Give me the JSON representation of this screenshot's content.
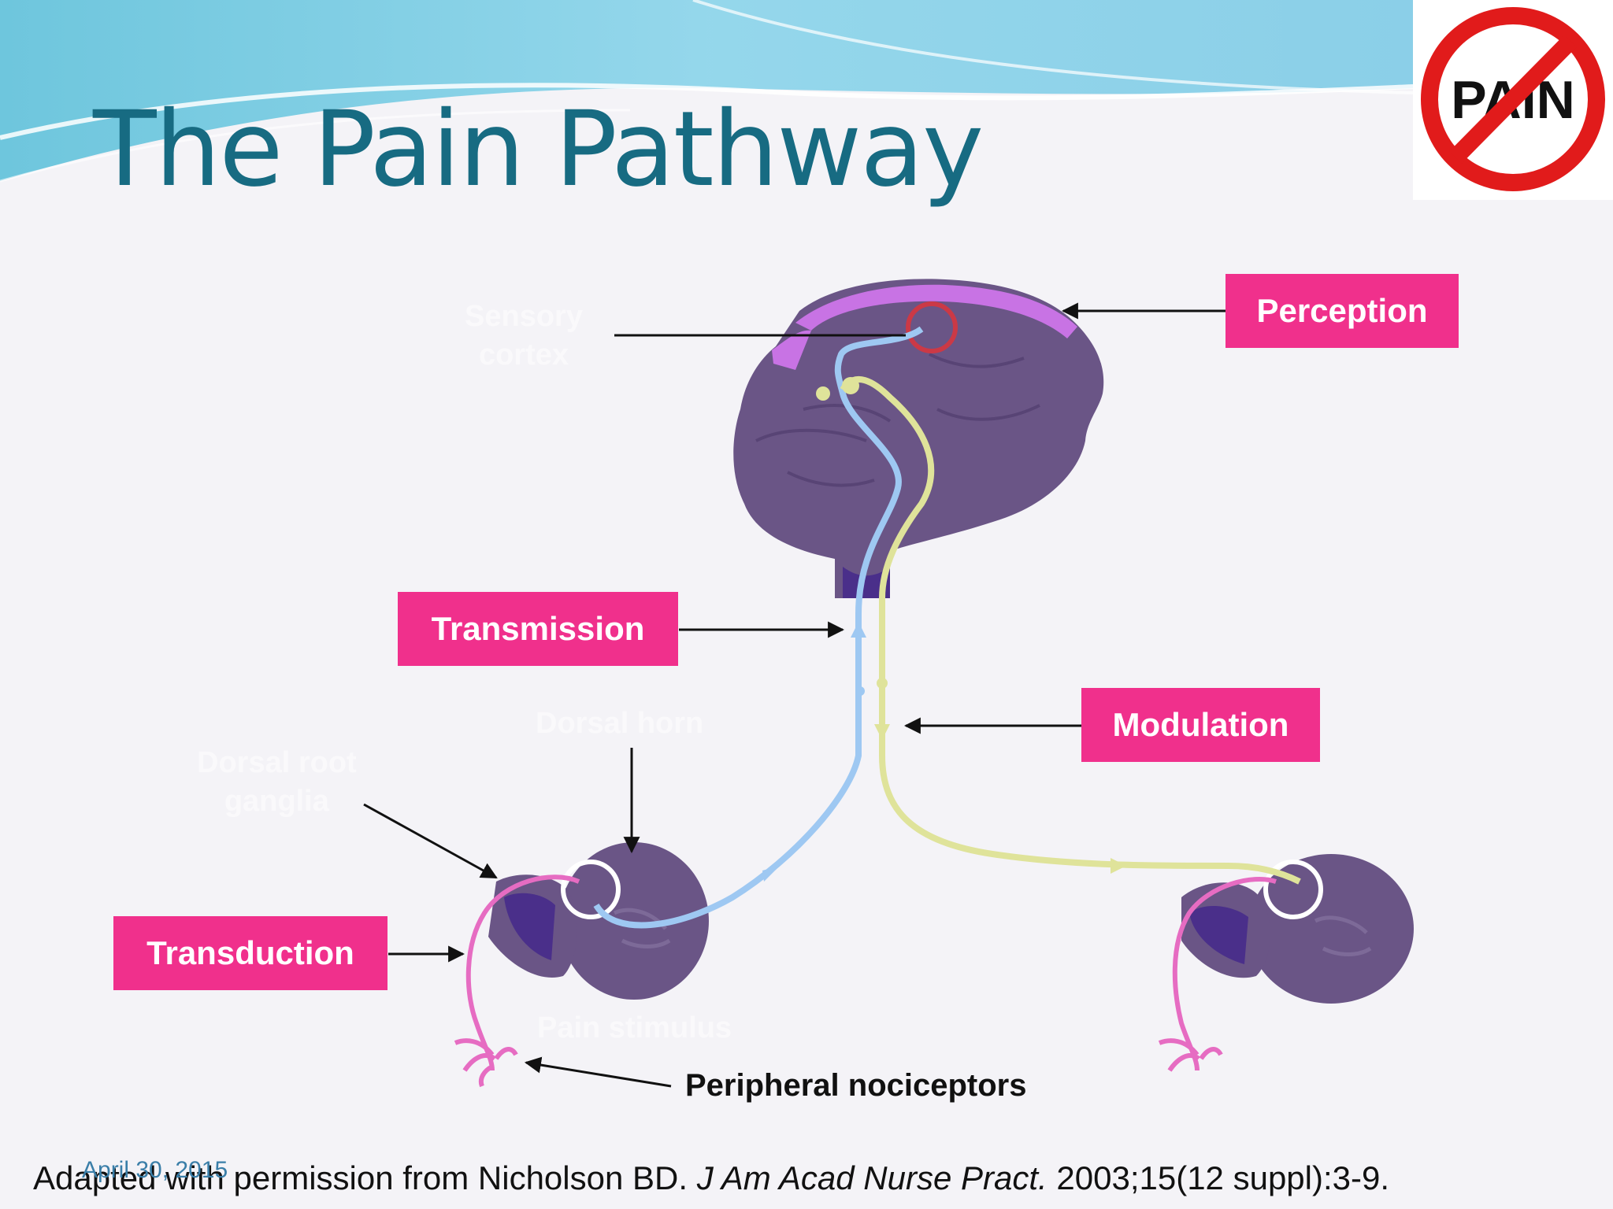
{
  "slide": {
    "title": "The Pain Pathway",
    "date": "April 30, 2015"
  },
  "logo": {
    "icon": "no-pain-icon",
    "text": "PAIN"
  },
  "labels": {
    "perception": "Perception",
    "transmission": "Transmission",
    "modulation": "Modulation",
    "transduction": "Transduction",
    "peripheral_nociceptors": "Peripheral nociceptors"
  },
  "faded_labels": {
    "sensory_cortex_line1": "Sensory",
    "sensory_cortex_line2": "cortex",
    "dorsal_horn": "Dorsal horn",
    "dorsal_root_ganglia_line1": "Dorsal root",
    "dorsal_root_ganglia_line2": "ganglia",
    "pain_stimulus": "Pain stimulus"
  },
  "citation": {
    "prefix": "Adapted with permission from Nicholson BD. ",
    "journal": "J Am Acad Nurse Pract.",
    "suffix": " 2003;15(12 suppl):3-9."
  },
  "colors": {
    "label_bg": "#f0308c",
    "title": "#176b82",
    "brain": "#6a5586",
    "cortex_highlight": "#c873e4",
    "ascending_path": "#9ec8f2",
    "descending_path": "#dfe39a",
    "nociceptor": "#e66cc2",
    "no_sign_red": "#e11b1b"
  }
}
